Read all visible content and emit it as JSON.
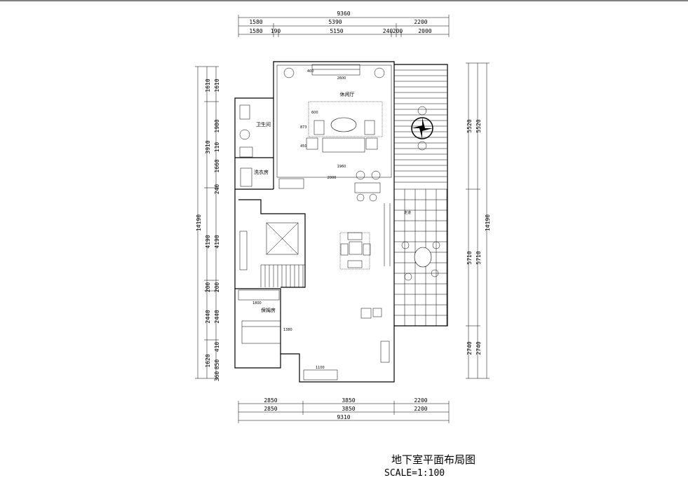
{
  "top_dims": {
    "row1": [
      "9360"
    ],
    "row2": [
      "1580",
      "5390",
      "2200"
    ],
    "row3": [
      "1580",
      "190",
      "5150",
      "240",
      "200",
      "2000"
    ]
  },
  "bottom_dims": {
    "row1": [
      "2850",
      "3850",
      "2200"
    ],
    "row2": [
      "2850",
      "3850",
      "2200"
    ],
    "row3": [
      "9310"
    ]
  },
  "left_dims": {
    "outer": [
      "14190"
    ],
    "mid": [
      "1610",
      "3910",
      "4190",
      "200",
      "2440",
      "1620"
    ],
    "inner": [
      "1610",
      "1900",
      "110",
      "1660",
      "240",
      "4190",
      "200",
      "2440",
      "410",
      "850",
      "360"
    ]
  },
  "right_dims": {
    "outer": [
      "14190"
    ],
    "mid": [
      "5520",
      "5710",
      "2740"
    ],
    "inner": [
      "5520",
      "5710",
      "2740"
    ]
  },
  "rooms": {
    "leisure_hall": "休闲厅",
    "bathroom": "卫生间",
    "laundry": "洗衣房",
    "nanny_room": "保姆房",
    "aisle": "走道"
  },
  "small_labels": {
    "d2600": "2600",
    "d1960": "1960",
    "d2000": "2000",
    "d1800": "1800",
    "d1100": "1100",
    "d600": "600",
    "d873": "873",
    "d450": "450",
    "d400": "400",
    "d1380": "1380"
  },
  "title": "地下室平面布局图",
  "scale": "SCALE=1:100"
}
